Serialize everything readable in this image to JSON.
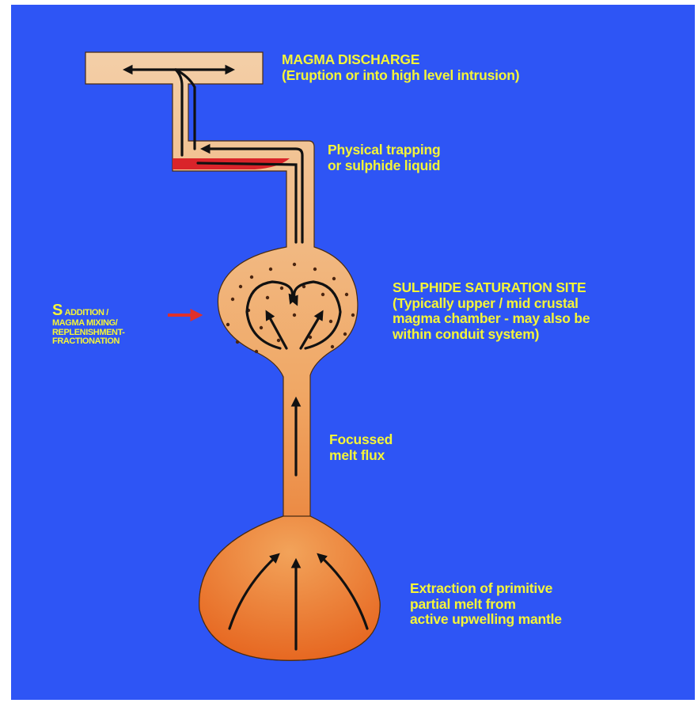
{
  "colors": {
    "background": "#2e55f5",
    "label_text": "#f5f538",
    "conduit_light": "#f2c9a0",
    "conduit_dark": "#ea7d2a",
    "sulphide_liquid": "#d9242a",
    "input_arrow": "#e0302a",
    "flow_arrow": "#111111"
  },
  "labels": {
    "discharge": {
      "line1": "MAGMA DISCHARGE",
      "line2": "(Eruption or into high level intrusion)"
    },
    "trapping": {
      "line1": "Physical trapping",
      "line2": "or sulphide liquid"
    },
    "saturation": {
      "line1": "SULPHIDE SATURATION SITE",
      "line2": "(Typically upper / mid crustal",
      "line3": "magma chamber - may also be",
      "line4": "within conduit system)"
    },
    "addition": {
      "s": "S",
      "line1_rest": "ADDITION /",
      "line2": "MAGMA MIXING/",
      "line3": "REPLENISHMENT-",
      "line4": "FRACTIONATION"
    },
    "flux": {
      "line1": "Focussed",
      "line2": "melt flux"
    },
    "extraction": {
      "line1": "Extraction of primitive",
      "line2": "partial melt from",
      "line3": "active upwelling mantle"
    }
  },
  "icons": [
    "flow-arrow-icon",
    "input-arrow-icon",
    "sulphide-droplet-icon"
  ]
}
